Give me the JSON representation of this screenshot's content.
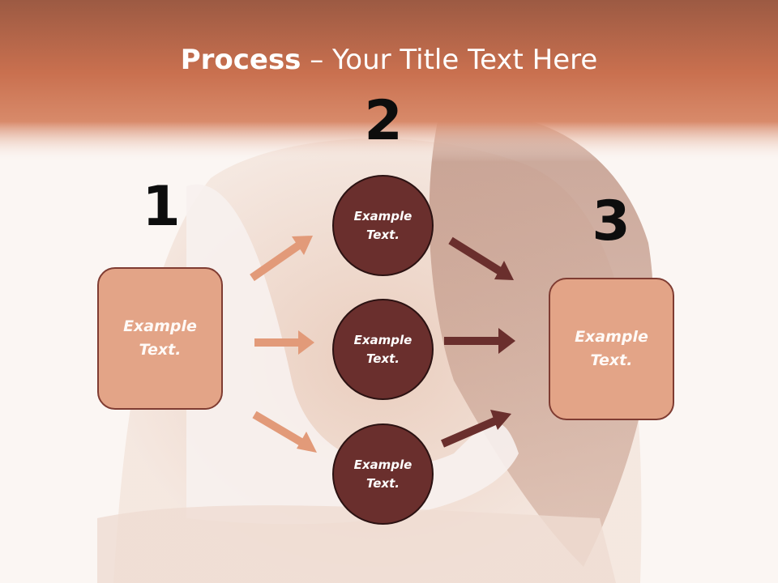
{
  "title": {
    "bold": "Process",
    "rest": " – Your Title Text Here"
  },
  "steps": {
    "one": "1",
    "two": "2",
    "three": "3"
  },
  "left_box": {
    "text": "Example Text."
  },
  "right_box": {
    "text": "Example Text."
  },
  "circles": [
    {
      "text": "Example Text."
    },
    {
      "text": "Example Text."
    },
    {
      "text": "Example Text."
    }
  ],
  "colors": {
    "header_band": "#c9704f",
    "box_fill": "#e3a487",
    "box_border": "#7f3c32",
    "circle_fill": "#6a2f2d",
    "arrow_light": "#e29a79",
    "arrow_dark": "#6a2f2d"
  }
}
